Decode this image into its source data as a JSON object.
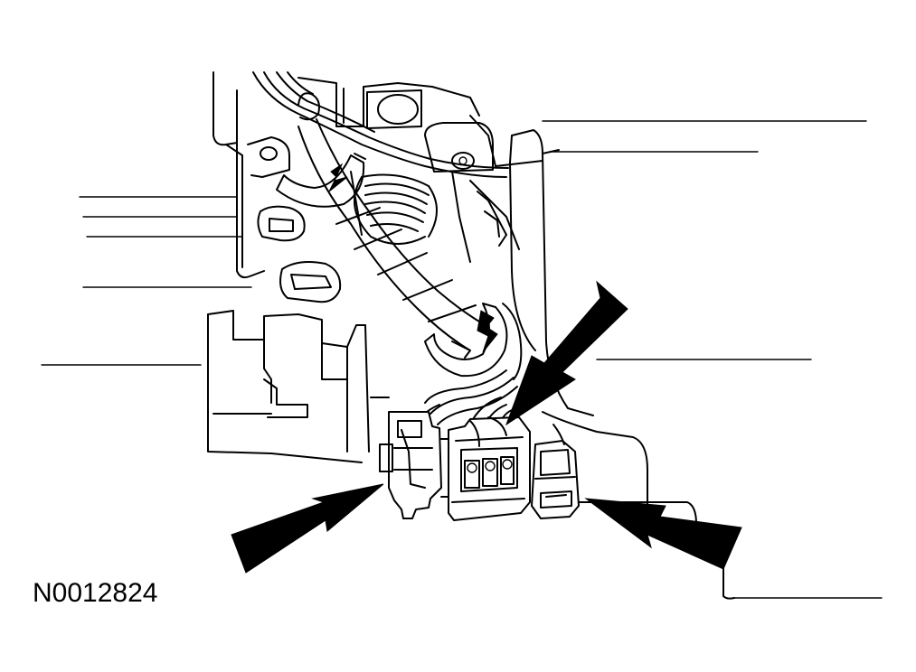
{
  "figure": {
    "id_label": "N0012824"
  },
  "callouts": {
    "arrow_count": 3,
    "leader_line_count": 9
  },
  "colors": {
    "ink": "#000000",
    "paper": "#ffffff"
  }
}
